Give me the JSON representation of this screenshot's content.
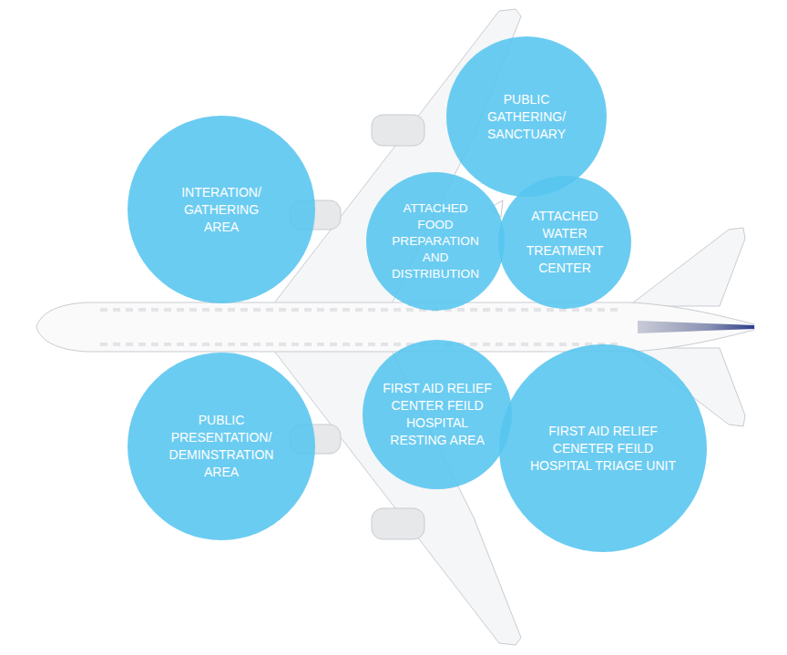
{
  "diagram": {
    "nodes": [
      {
        "text": [
          "INTERATION/ GATHERING AREA"
        ]
      },
      {
        "text": [
          "PUBLIC GATHERING/ SANCTUARY"
        ]
      },
      {
        "text": [
          "ATTACHED FOOD PREPARATION AND DISTRIBUTION"
        ]
      },
      {
        "text": [
          "ATTACHED WATER TREATMENT CENTER"
        ]
      },
      {
        "text": [
          "PUBLIC PRESENTATION/ DEMINSTRATION AREA"
        ]
      },
      {
        "text": [
          "FIRST AID RELIEF CENTER FEILD HOSPITAL RESTING AREA"
        ]
      },
      {
        "text": [
          "FIRST AID RELIEF CENETER FEILD HOSPITAL TRIAGE UNIT"
        ]
      }
    ]
  }
}
